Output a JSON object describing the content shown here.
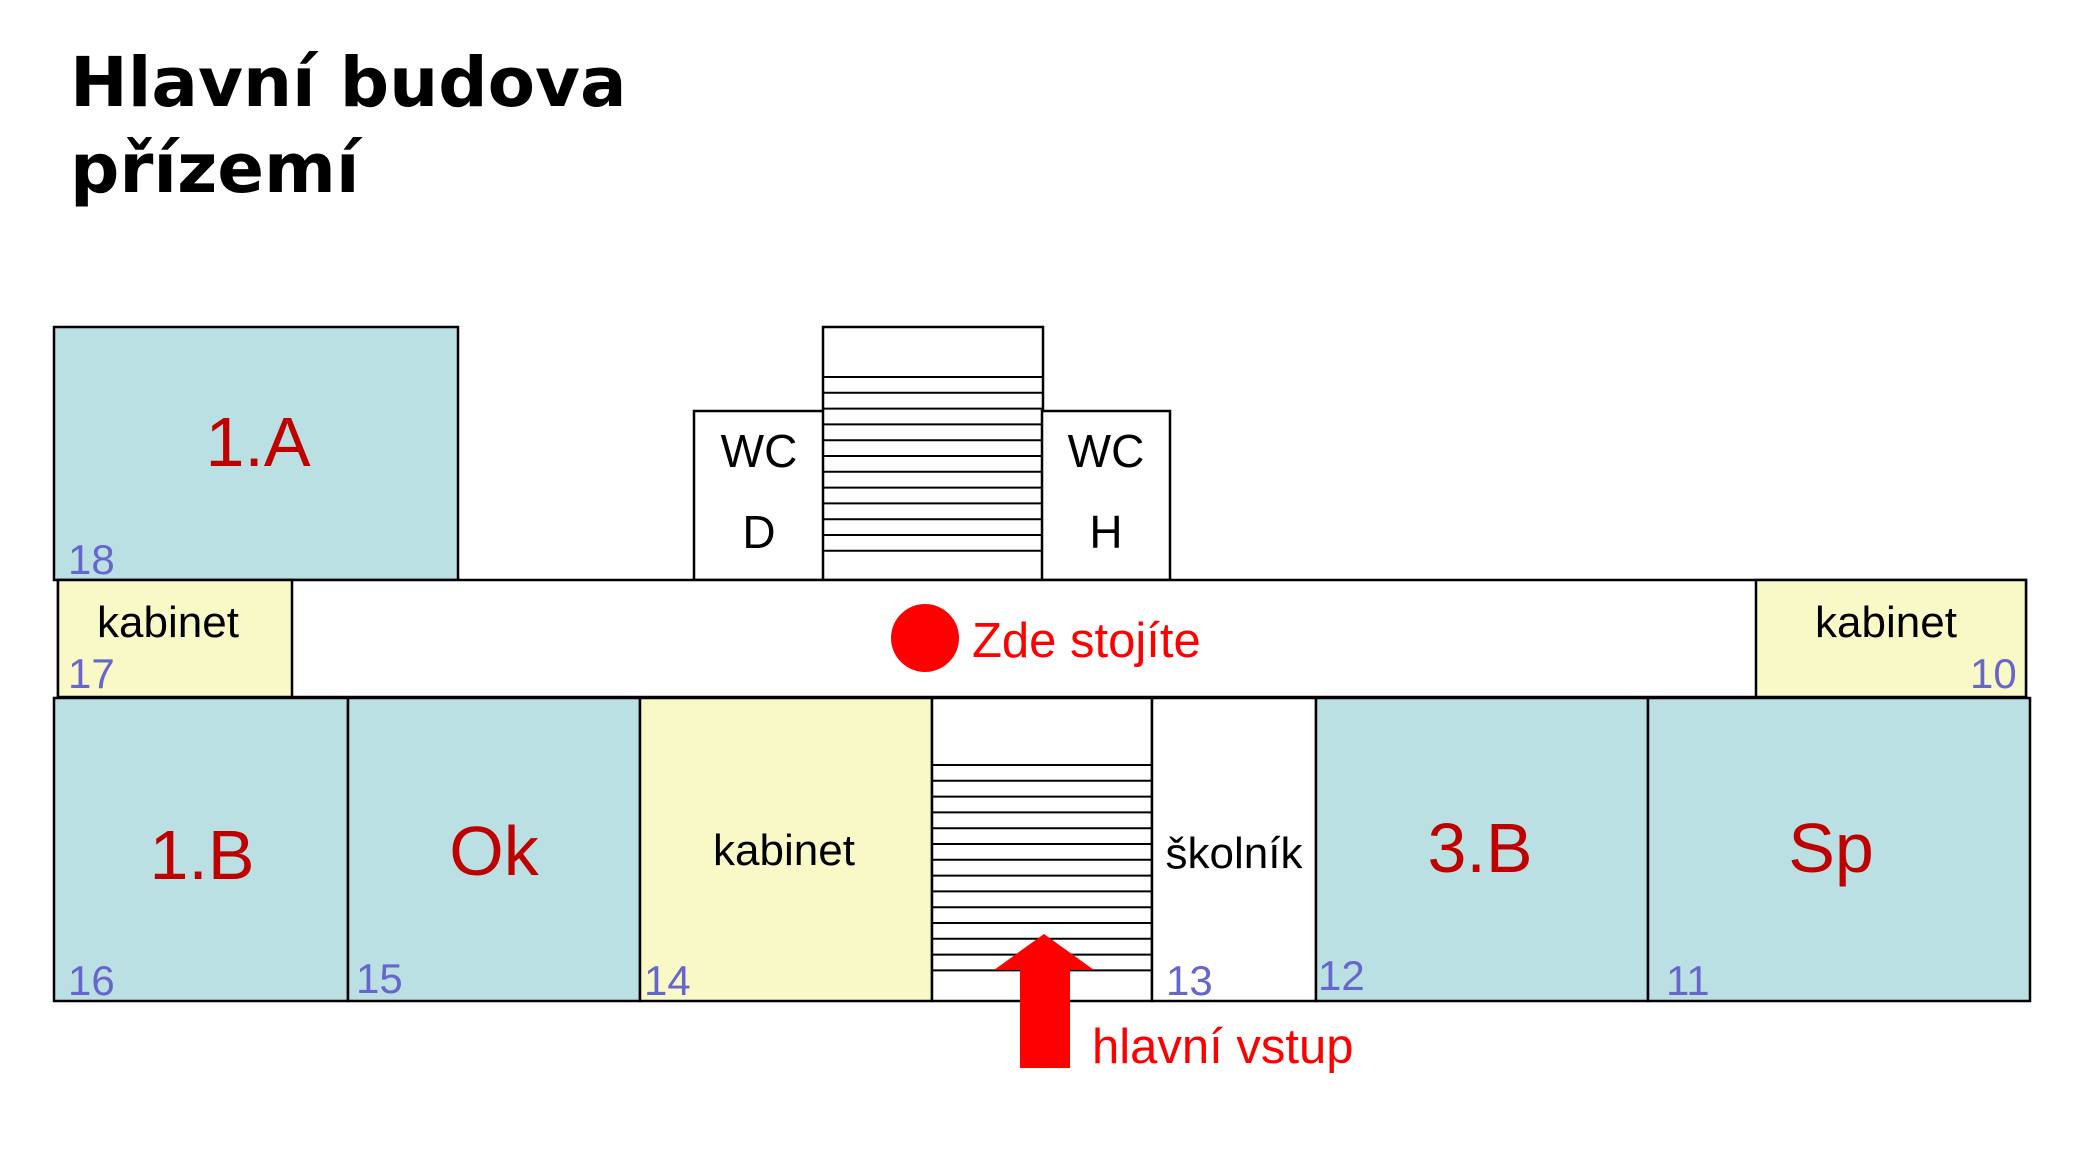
{
  "title": {
    "line1": "Hlavní budova",
    "line2": "přízemí"
  },
  "rooms": {
    "r18": {
      "label": "1.A",
      "number": "18"
    },
    "r17": {
      "label": "kabinet",
      "number": "17"
    },
    "r10": {
      "label": "kabinet",
      "number": "10"
    },
    "r16": {
      "label": "1.B",
      "number": "16"
    },
    "r15": {
      "label": "Ok",
      "number": "15"
    },
    "r14": {
      "label": "kabinet",
      "number": "14"
    },
    "r13": {
      "label": "školník",
      "number": "13"
    },
    "r12": {
      "label": "3.B",
      "number": "12"
    },
    "r11": {
      "label": "Sp",
      "number": "11"
    }
  },
  "wc": {
    "left_top": "WC",
    "left_bottom": "D",
    "right_top": "WC",
    "right_bottom": "H"
  },
  "markers": {
    "here": "Zde stojíte",
    "entrance": "hlavní vstup"
  },
  "colors": {
    "classroom": "#bbe0e3",
    "office": "#f9f9c7",
    "marker": "#ff0000",
    "room_label": "#bf0000",
    "room_number": "#6666cc"
  }
}
